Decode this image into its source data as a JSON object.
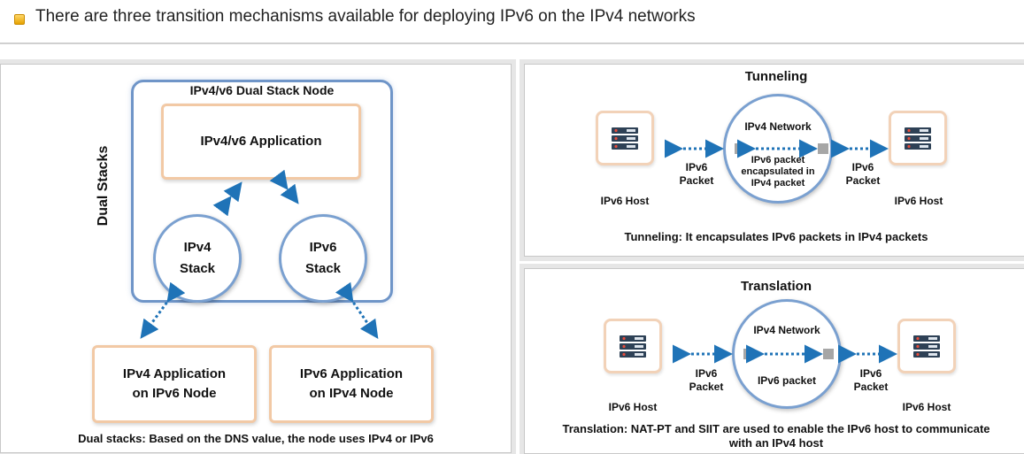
{
  "headline": "There are three transition mechanisms available for deploying IPv6 on the IPv4 networks",
  "dual_stacks": {
    "side_label": "Dual Stacks",
    "node_title": "IPv4/v6 Dual Stack Node",
    "app_label": "IPv4/v6 Application",
    "ipv4_stack": [
      "IPv4",
      "Stack"
    ],
    "ipv6_stack": [
      "IPv6",
      "Stack"
    ],
    "ipv4_app": [
      "IPv4 Application",
      "on IPv6 Node"
    ],
    "ipv6_app": [
      "IPv6 Application",
      "on IPv4 Node"
    ],
    "caption": "Dual stacks: Based on the DNS value, the node uses IPv4 or IPv6"
  },
  "tunneling": {
    "title": "Tunneling",
    "network_label": "IPv4 Network",
    "inner_text": [
      "IPv6 packet",
      "encapsulated in",
      "IPv4 packet"
    ],
    "left_packet": [
      "IPv6",
      "Packet"
    ],
    "right_packet": [
      "IPv6",
      "Packet"
    ],
    "left_host": "IPv6 Host",
    "right_host": "IPv6 Host",
    "caption": "Tunneling: It encapsulates IPv6 packets in IPv4 packets"
  },
  "translation": {
    "title": "Translation",
    "network_label": "IPv4 Network",
    "inner_text": "IPv6 packet",
    "left_packet": [
      "IPv6",
      "Packet"
    ],
    "right_packet": [
      "IPv6",
      "Packet"
    ],
    "left_host": "IPv6 Host",
    "right_host": "IPv6 Host",
    "caption": [
      "Translation: NAT-PT and SIIT are used to enable the IPv6 host to communicate",
      "with an IPv4 host"
    ]
  },
  "icons": [
    "bullet-square-icon",
    "server-icon",
    "bidirectional-arrow-icon"
  ],
  "colors": {
    "accent_blue": "#1f73b7",
    "node_border": "#6f95c8",
    "app_border": "#f2c9a5",
    "server_red": "#c0392b"
  }
}
